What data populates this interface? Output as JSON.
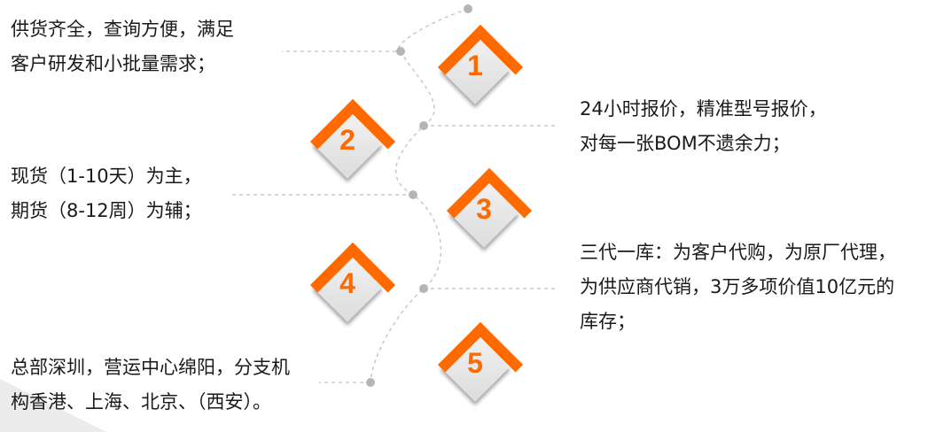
{
  "accent_color": "#ff6a00",
  "items": [
    {
      "number": "1",
      "lines": [
        "供货齐全，查询方便，满足",
        "客户研发和小批量需求；"
      ]
    },
    {
      "number": "2",
      "lines": [
        "现货（1-10天）为主，",
        "期货（8-12周）为辅；"
      ]
    },
    {
      "number": "3",
      "lines": [
        "24小时报价，精准型号报价，",
        "对每一张BOM不遗余力；"
      ]
    },
    {
      "number": "4",
      "lines": [
        "三代一库：为客户代购，为原厂代理，",
        "为供应商代销，3万多项价值10亿元的",
        "库存；"
      ]
    },
    {
      "number": "5",
      "lines": [
        "总部深圳，营运中心绵阳，分支机",
        "构香港、上海、北京、（西安）。"
      ]
    }
  ]
}
